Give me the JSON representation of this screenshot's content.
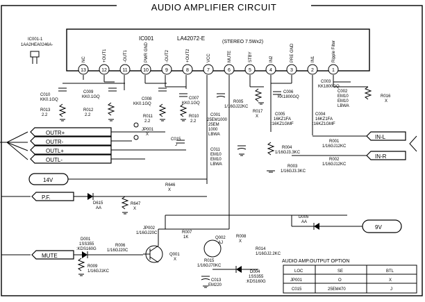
{
  "title": "AUDIO AMPLIFIER CIRCUIT",
  "ic": {
    "ref": "IC001",
    "part": "LA42072-E",
    "spec": "(STEREO 7.5Wx2)",
    "side_label": "IC001-1\n1AA2HEA0246A-",
    "pins": [
      {
        "num": "13",
        "name": "NC"
      },
      {
        "num": "12",
        "name": "+OUT1"
      },
      {
        "num": "11",
        "name": "-OUT1"
      },
      {
        "num": "10",
        "name": "PWR GND"
      },
      {
        "num": "9",
        "name": "-OUT2"
      },
      {
        "num": "8",
        "name": "+OUT2"
      },
      {
        "num": "7",
        "name": "VCC"
      },
      {
        "num": "6",
        "name": "MUTE"
      },
      {
        "num": "5",
        "name": "STBY"
      },
      {
        "num": "4",
        "name": "IN2"
      },
      {
        "num": "3",
        "name": "PRE GND"
      },
      {
        "num": "2",
        "name": "IN1"
      },
      {
        "num": "1",
        "name": "Ripple Filter"
      }
    ]
  },
  "components": {
    "c010": "C010\nKK0.1GQ",
    "c009": "C009\nKK0.1GQ",
    "c008": "C008\nKK0.1GQ",
    "c007": "C007\nKK0.1GQ",
    "r013": "R013\n2.2",
    "r012": "R012\n2.2",
    "r011": "R011\n2.2",
    "r010": "R010\n2.2",
    "jp001": "JP001\nX",
    "c015": "C015\nJ",
    "c001": "C001\n25EM1000\n25EM\n1000\nLBWA",
    "c011": "C011\nEM10\nEM10\nLBWA",
    "r005": "R005\n1/16GJ22KC",
    "r017": "R017\nX",
    "c006": "C006\nKK1800GQ",
    "c005": "C005\n16KZ1FA\n:16KZ1GMF",
    "c004": "C004\n16KZ1FA\n:16KZ1GMF",
    "c003": "C003\nKK1800GQ",
    "c002": "C002\nEM10\nEM10\nLBWA",
    "r016": "R016\nX",
    "r004": "R004\n1/16GJ3.3KC",
    "r003": "R003\n1/16GJ3.3KC",
    "r001": "R001\n1/16GJ12KC",
    "r002": "R002\n1/16GJ12KC",
    "r646": "R646\nX",
    "r647": "R647\nX",
    "d615": "D615\nAA",
    "d005": "D005\nAA",
    "d001": "D001\n1SS355\n:KDS160G",
    "r006": "R006\n1/16GJ20C",
    "r009": "R009\n1/16GJ1KC",
    "jp002": "JP002\n1/16GJ20C",
    "q001": "Q001\nX",
    "r007": "R007\n1K",
    "q002": "Q002\nAJ",
    "r015": "R015\n1/16GJ70KC",
    "r014": "R014\n1/16GJ2.2KC",
    "r008": "R008\nX",
    "d004": "D004\n1SS355\n:KDS160G",
    "c013": "C013\nEM220"
  },
  "connectors": {
    "out_plus": "OUTR+",
    "out_minus": "OUTR-",
    "outl_plus": "OUTL+",
    "outl_minus": "OUTL-",
    "v14": "14V",
    "pf": "P.F.",
    "mute": "MUTE",
    "in_l": "IN-L",
    "in_r": "IN-R",
    "v9": "9V"
  },
  "option_table": {
    "title": "AUDIO AMP.OUTPUT OPTION",
    "headers": [
      "LOC",
      "SE",
      "BTL"
    ],
    "rows": [
      [
        "JP001",
        "O",
        "X"
      ],
      [
        "C015",
        "25EM470",
        "J"
      ]
    ]
  }
}
